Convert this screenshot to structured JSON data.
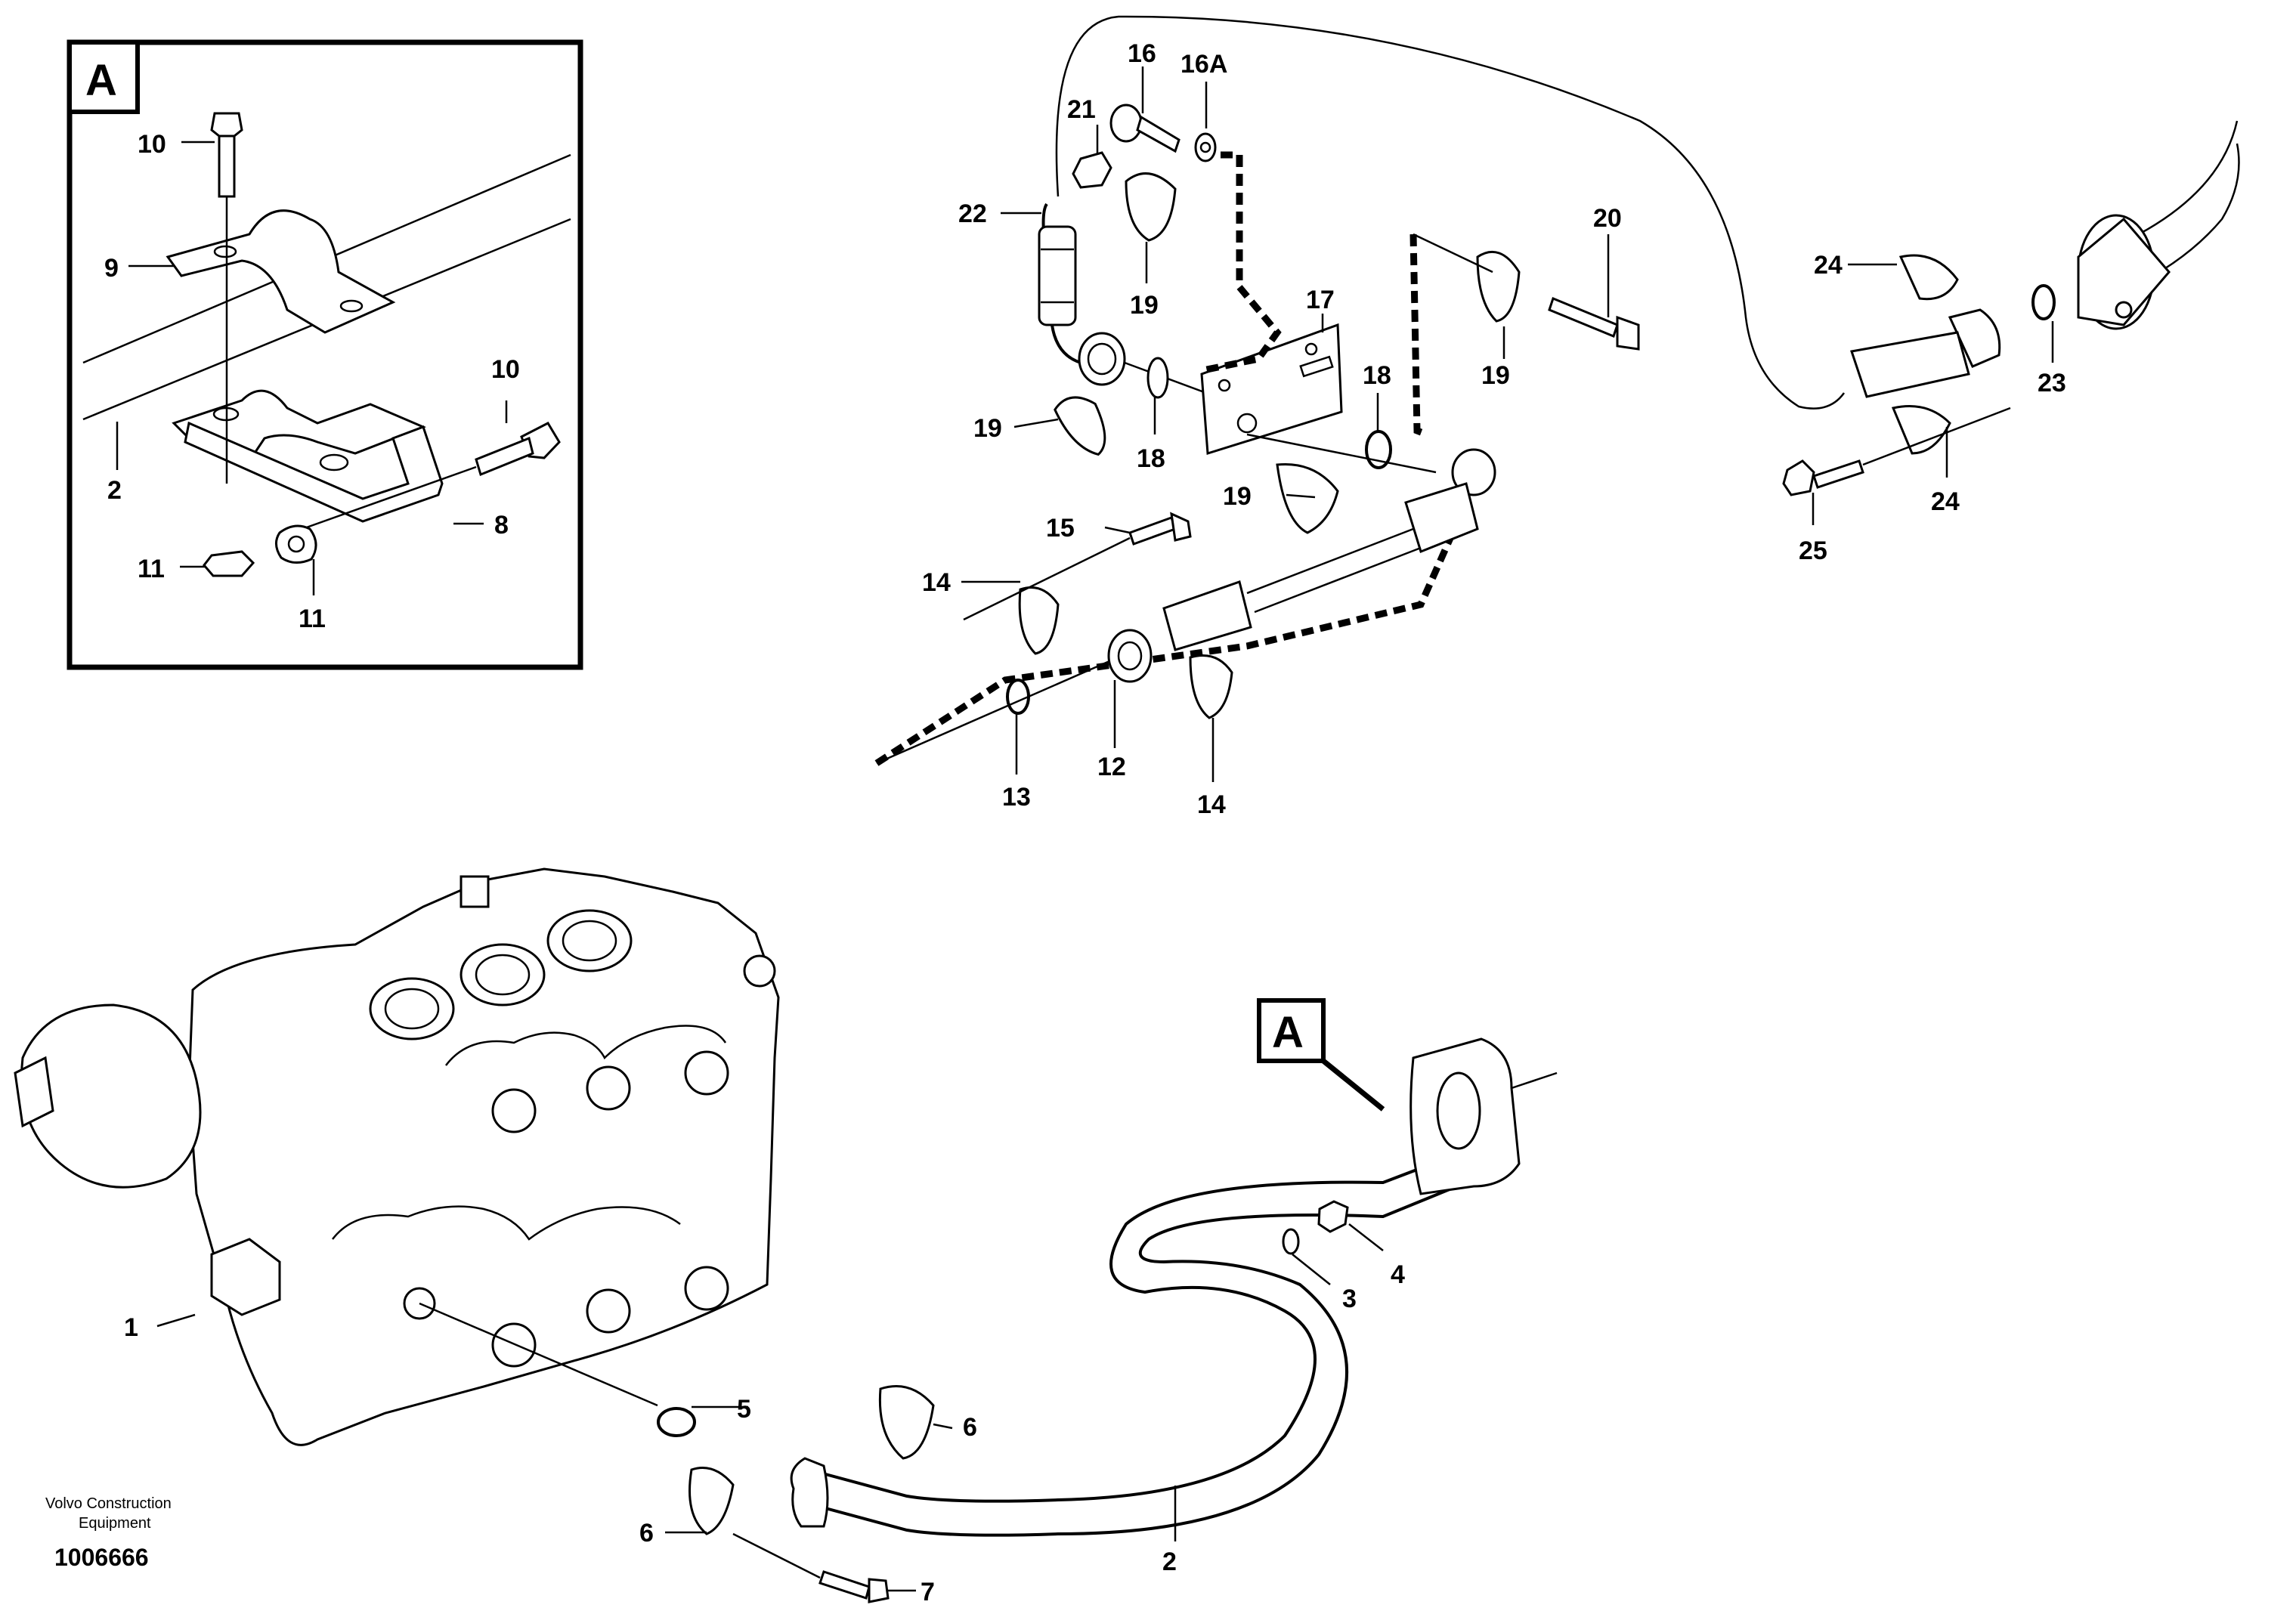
{
  "inset": {
    "label": "A"
  },
  "callout_label": "A",
  "brand": {
    "line1": "Volvo Construction",
    "line2": "Equipment"
  },
  "drawing_number": "1006666",
  "parts": {
    "p1": "1",
    "p2": "2",
    "p3": "3",
    "p4": "4",
    "p5": "5",
    "p6": "6",
    "p7": "7",
    "p8": "8",
    "p9": "9",
    "p10": "10",
    "p11": "11",
    "p12": "12",
    "p13": "13",
    "p14": "14",
    "p15": "15",
    "p16": "16",
    "p16A": "16A",
    "p17": "17",
    "p18": "18",
    "p19": "19",
    "p20": "20",
    "p21": "21",
    "p22": "22",
    "p23": "23",
    "p24": "24",
    "p25": "25"
  }
}
